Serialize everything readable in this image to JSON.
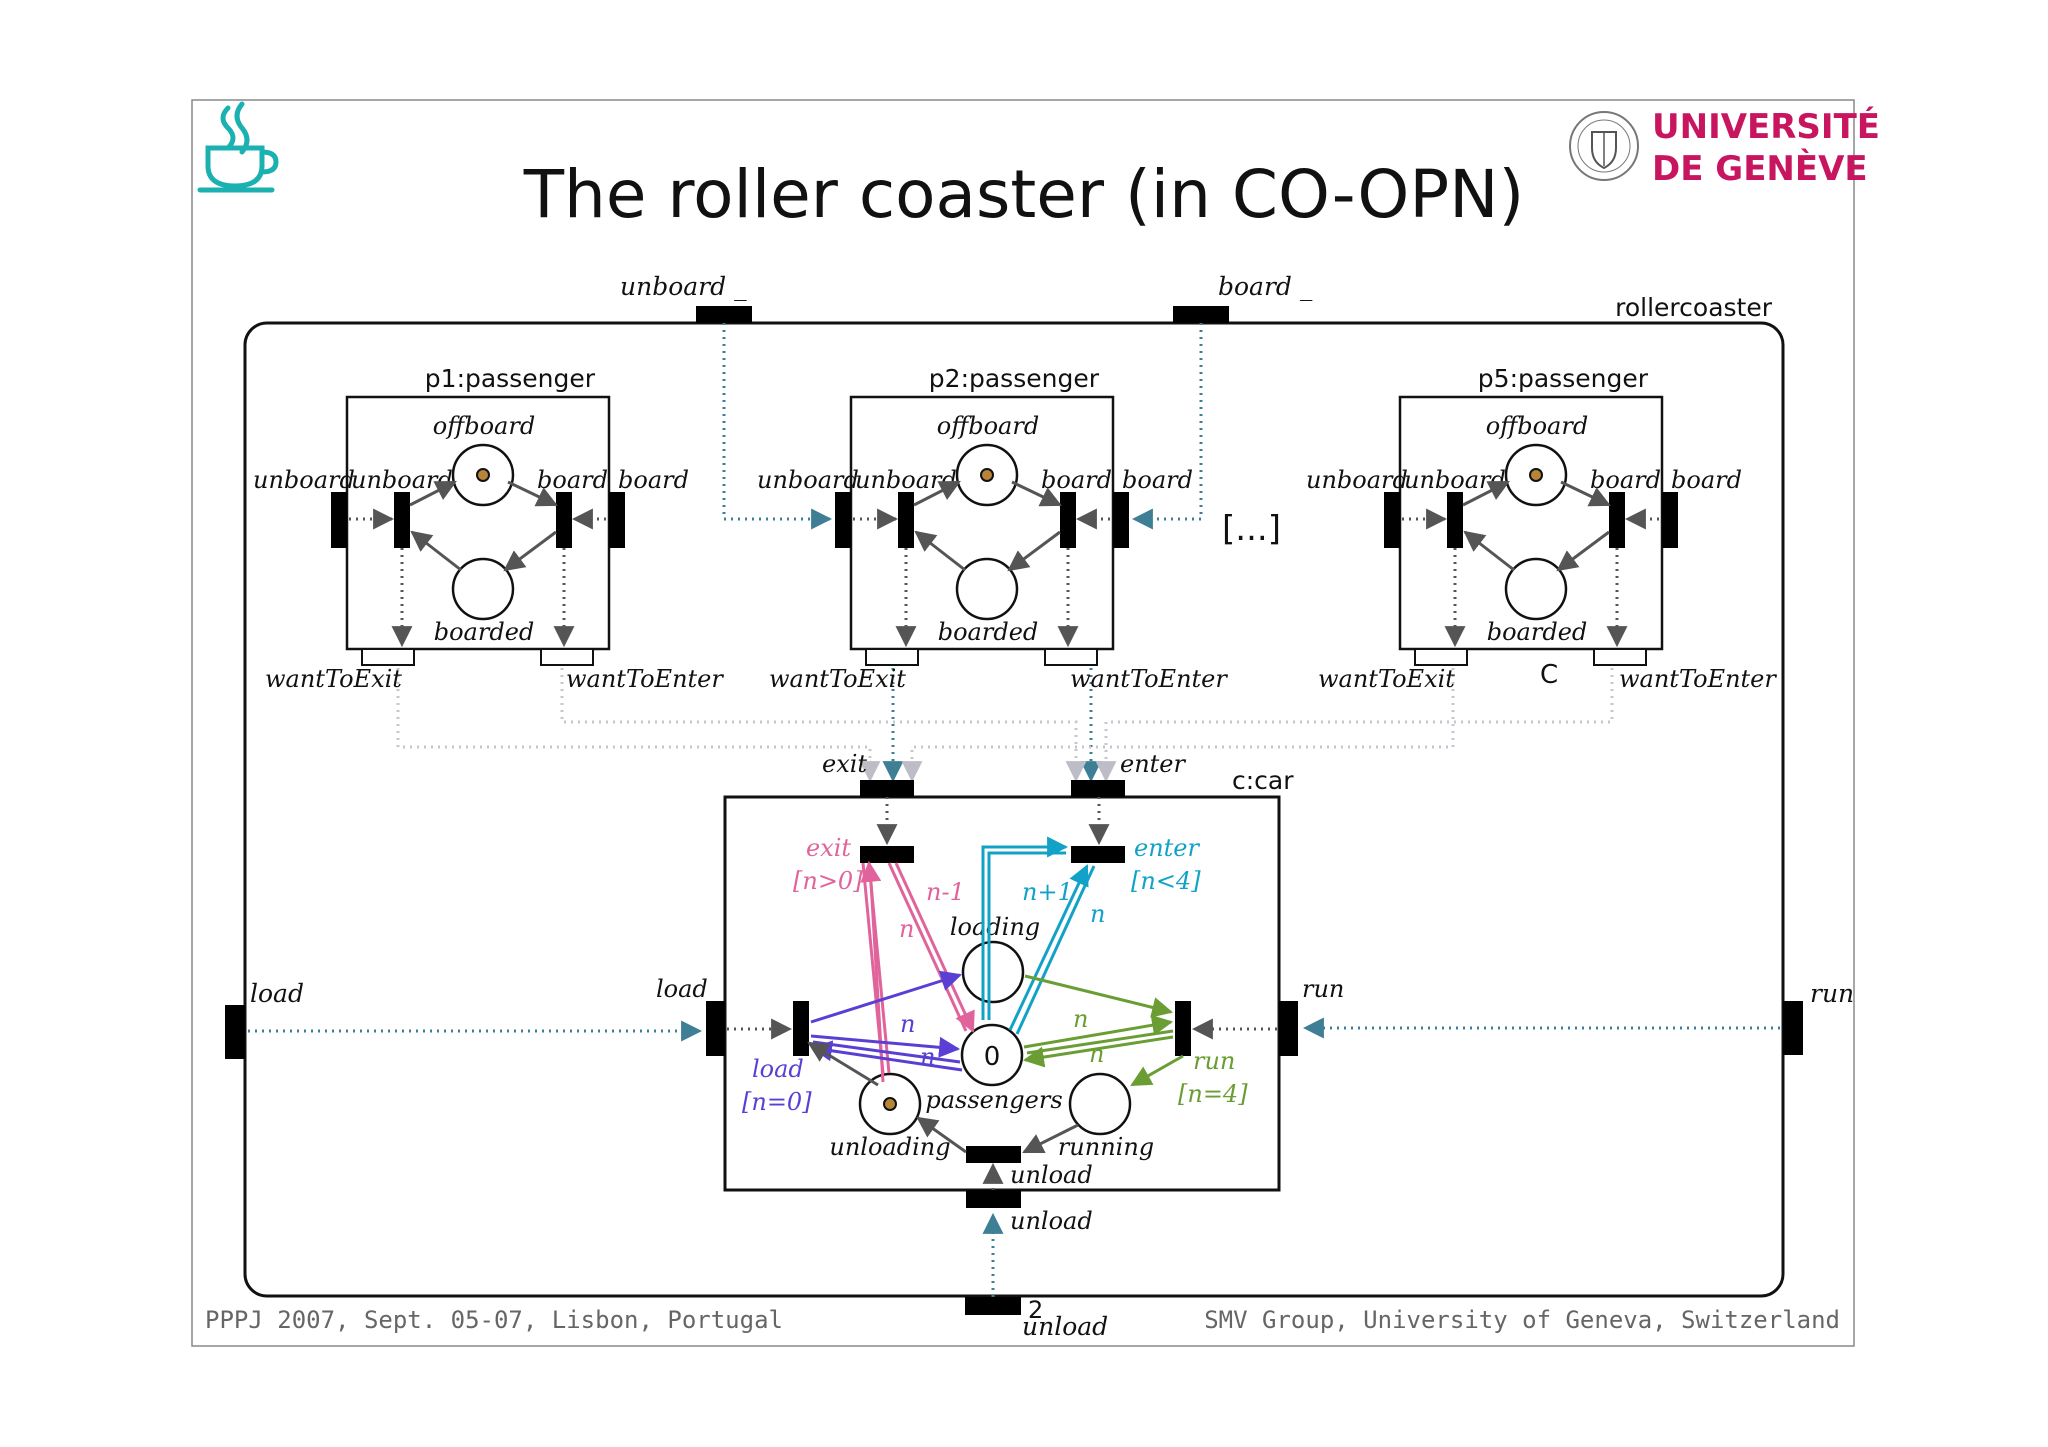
{
  "slide": {
    "title": "The roller coaster (in CO-OPN)",
    "logo_icon": "coffee-cup-icon",
    "university_line1": "UNIVERSITÉ",
    "university_line2": "DE GENÈVE",
    "footer_left": "PPPJ 2007, Sept. 05-07, Lisbon, Portugal",
    "footer_page": "2",
    "footer_right": "SMV Group, University of Geneva, Switzerland"
  },
  "colors": {
    "brand": "#c8155f",
    "logo": "#1bb1b1",
    "exit": "#e0649b",
    "enter": "#13a2c7",
    "load": "#5b3fd4",
    "run": "#6a9e35",
    "outer_sync": "#3f7f95",
    "inner_sync": "#555555",
    "passenger_sync": "#c6c6d0"
  },
  "diagram": {
    "outer_context": "rollercoaster",
    "outer_unboard": "unboard _",
    "outer_board": "board _",
    "outer_load": "load",
    "outer_run": "run",
    "outer_unload": "unload",
    "ellipsis": "[...]",
    "stray_c": "C",
    "passengers": [
      {
        "name": "p1:passenger",
        "offboard": "offboard",
        "boarded": "boarded",
        "unboard_out": "unboard",
        "unboard_in": "unboard",
        "board_in": "board",
        "board_out": "board",
        "want_exit": "wantToExit",
        "want_enter": "wantToEnter"
      },
      {
        "name": "p2:passenger",
        "offboard": "offboard",
        "boarded": "boarded",
        "unboard_out": "unboard",
        "unboard_in": "unboard",
        "board_in": "board",
        "board_out": "board",
        "want_exit": "wantToExit",
        "want_enter": "wantToEnter"
      },
      {
        "name": "p5:passenger",
        "offboard": "offboard",
        "boarded": "boarded",
        "unboard_out": "unboard",
        "unboard_in": "unboard",
        "board_in": "board",
        "board_out": "board",
        "want_exit": "wantToExit",
        "want_enter": "wantToEnter"
      }
    ],
    "car": {
      "name": "c:car",
      "exit_method": "exit",
      "enter_method": "enter",
      "load_method": "load",
      "run_method": "run",
      "unload_method": "unload",
      "exit_transition": "exit",
      "exit_guard": "[n>0]",
      "enter_transition": "enter",
      "enter_guard": "[n<4]",
      "load_transition": "load",
      "load_guard": "[n=0]",
      "run_transition": "run",
      "run_guard": "[n=4]",
      "unload_transition": "unload",
      "place_loading": "loading",
      "place_passengers": "passengers",
      "place_passengers_token": "0",
      "place_unloading": "unloading",
      "place_running": "running",
      "arc_exit_out": "n-1",
      "arc_exit_in": "n",
      "arc_enter_out": "n+1",
      "arc_enter_in": "n",
      "arc_load_out": "n",
      "arc_load_in": "n",
      "arc_run_in": "n",
      "arc_run_out": "n"
    }
  }
}
